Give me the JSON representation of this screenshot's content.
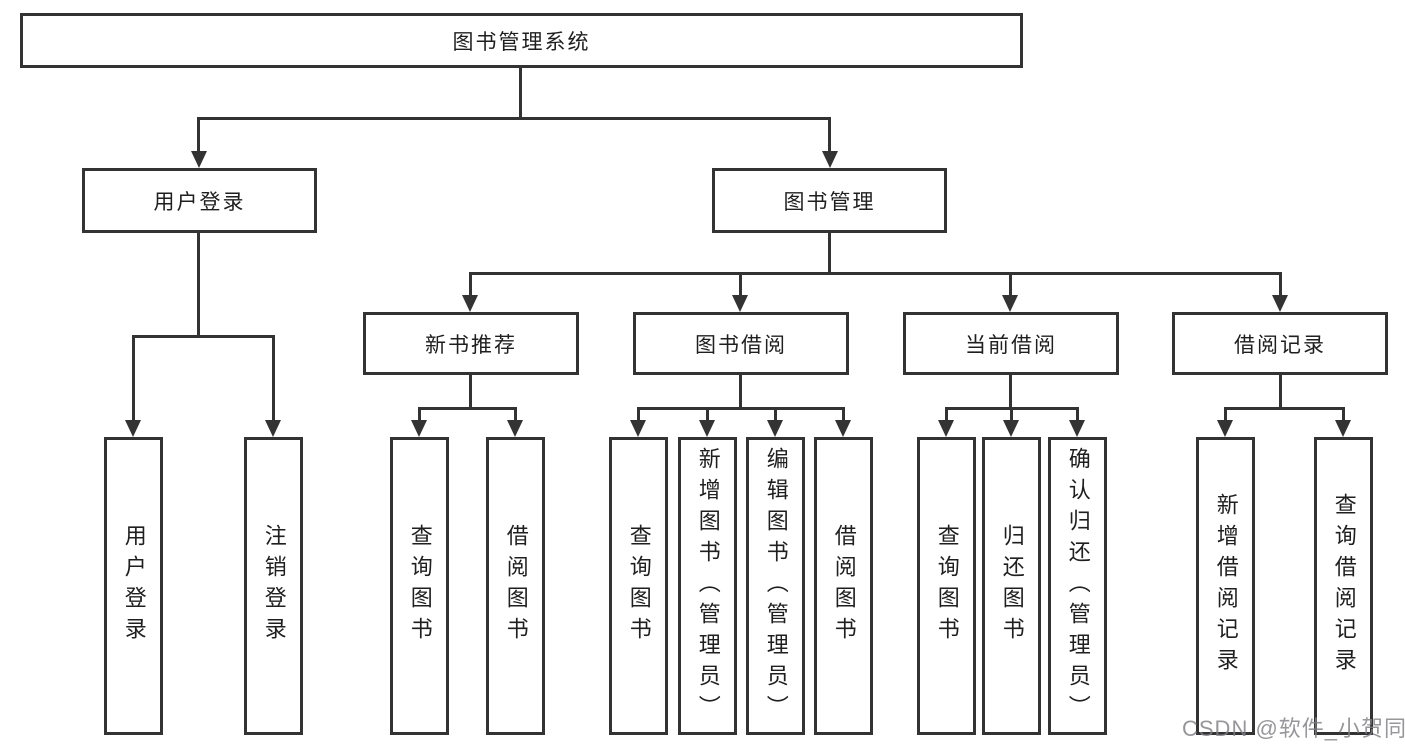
{
  "diagram": {
    "root": {
      "label": "图书管理系统"
    },
    "level2": {
      "user_login": {
        "label": "用户登录"
      },
      "book_mgmt": {
        "label": "图书管理"
      }
    },
    "level3": {
      "new_book_rec": {
        "label": "新书推荐"
      },
      "book_borrow": {
        "label": "图书借阅"
      },
      "current_borrow": {
        "label": "当前借阅"
      },
      "borrow_record": {
        "label": "借阅记录"
      }
    },
    "leaves": {
      "user_login": {
        "label": "用户登录"
      },
      "logout": {
        "label": "注销登录"
      },
      "nb_query": {
        "label": "查询图书"
      },
      "nb_borrow": {
        "label": "借阅图书"
      },
      "bb_query": {
        "label": "查询图书"
      },
      "bb_add": {
        "label": "新增图书（管理员）"
      },
      "bb_edit": {
        "label": "编辑图书（管理员）"
      },
      "bb_borrow": {
        "label": "借阅图书"
      },
      "cb_query": {
        "label": "查询图书"
      },
      "cb_return": {
        "label": "归还图书"
      },
      "cb_confirm": {
        "label": "确认归还（管理员）"
      },
      "br_add": {
        "label": "新增借阅记录"
      },
      "br_query": {
        "label": "查询借阅记录"
      }
    }
  },
  "watermark": {
    "text": "CSDN @软件_小贺同学"
  },
  "colors": {
    "line": "#333333",
    "text": "#1f1f1f",
    "background": "#ffffff",
    "watermark": "#808085"
  }
}
